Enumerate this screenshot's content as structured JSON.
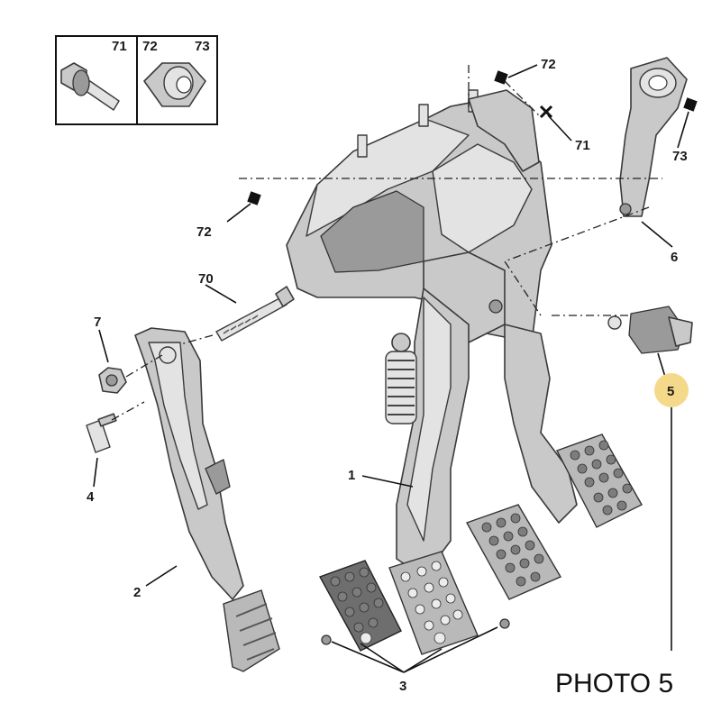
{
  "inset": {
    "labels": [
      "71",
      "72",
      "73"
    ]
  },
  "callouts": {
    "c1": "1",
    "c2": "2",
    "c3": "3",
    "c4": "4",
    "c5": "5",
    "c6": "6",
    "c7": "7",
    "c70": "70",
    "c71": "71",
    "c72a": "72",
    "c72b": "72",
    "c73": "73"
  },
  "highlight_color": "#f5d98a",
  "caption": "PHOTO 5"
}
